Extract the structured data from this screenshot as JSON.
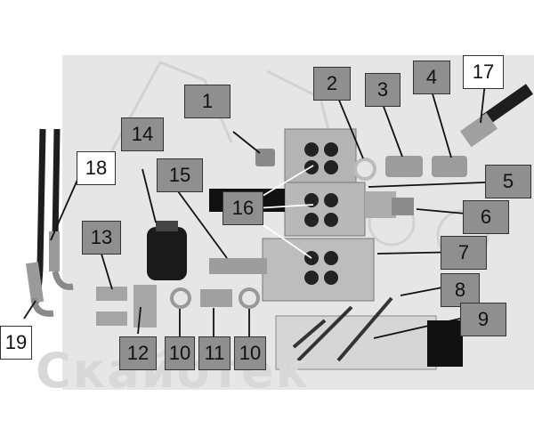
{
  "image": {
    "subject": "hydraulic valve kit parts",
    "colors": {
      "background": "#e6e6e6",
      "metal": "#a9a9a9",
      "dark_metal": "#2b2b2b",
      "callout_fill": "#8f8f8f"
    }
  },
  "callouts": [
    {
      "label": "1"
    },
    {
      "label": "2"
    },
    {
      "label": "3"
    },
    {
      "label": "4"
    },
    {
      "label": "5"
    },
    {
      "label": "6"
    },
    {
      "label": "7"
    },
    {
      "label": "8"
    },
    {
      "label": "9"
    },
    {
      "label": "10"
    },
    {
      "label": "11"
    },
    {
      "label": "10"
    },
    {
      "label": "12"
    },
    {
      "label": "13"
    },
    {
      "label": "14"
    },
    {
      "label": "15"
    },
    {
      "label": "16"
    },
    {
      "label": "17"
    },
    {
      "label": "18"
    },
    {
      "label": "19"
    }
  ],
  "watermark": {
    "text": "Скайотек"
  }
}
